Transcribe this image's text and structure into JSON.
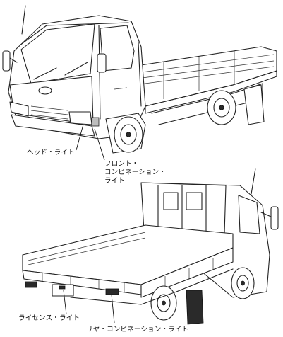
{
  "labels": {
    "headlight": "ヘッド・ライト",
    "front_combination_1": "フロント・",
    "front_combination_2": "コンビネーション・",
    "front_combination_3": "ライト",
    "license_light": "ライセンス・ライト",
    "rear_combination": "リヤ・コンビネーション・ライト"
  }
}
